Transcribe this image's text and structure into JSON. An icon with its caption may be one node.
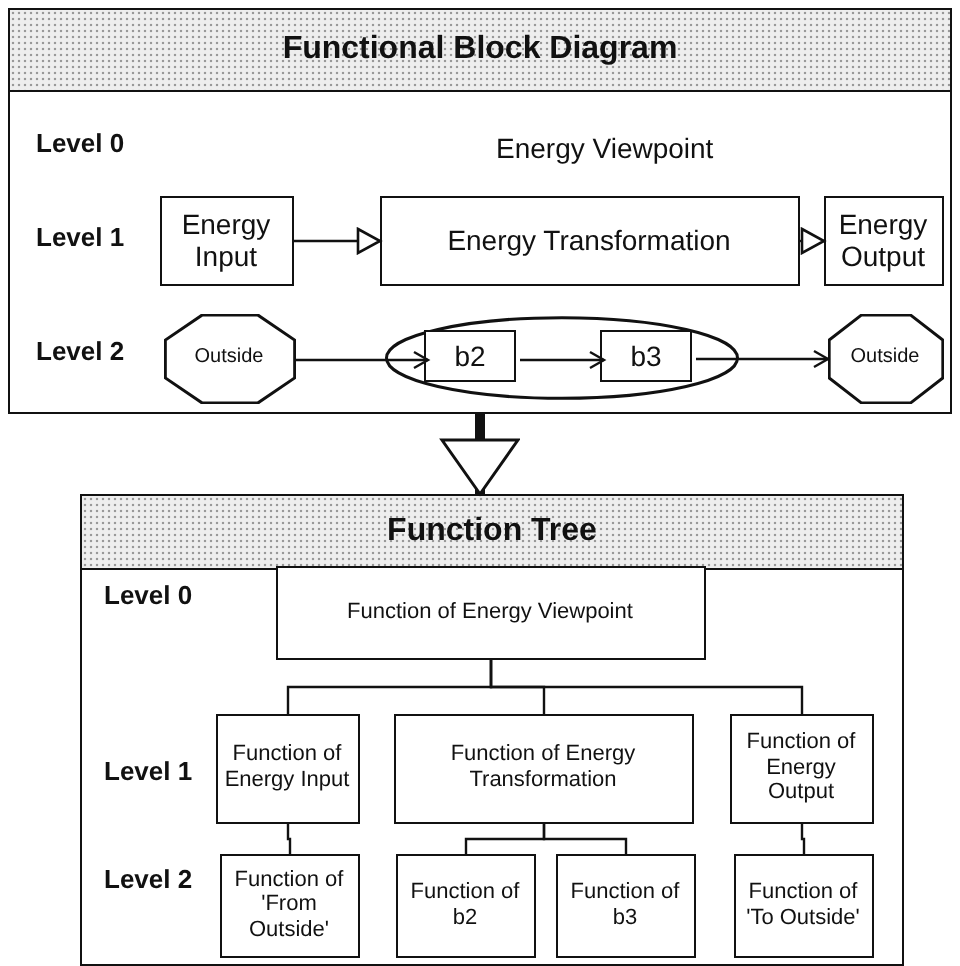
{
  "diagram": {
    "nodes": [
      {
        "text": [
          "Functional Block Diagram"
        ]
      },
      {
        "text": [
          "Energy Input"
        ],
        "in": 0
      },
      {
        "text": [
          "Energy Transformation"
        ],
        "in": 0
      },
      {
        "text": [
          "Energy Output"
        ],
        "in": 0
      },
      {
        "text": [
          "Outside"
        ],
        "in": 0
      },
      {
        "text": [],
        "shape": "ellipse",
        "in": 0
      },
      {
        "text": [
          "b2"
        ],
        "in": 5
      },
      {
        "text": [
          "b3"
        ],
        "in": 5
      },
      {
        "text": [
          "Outside"
        ],
        "in": 0
      },
      {
        "text": [
          "Function Tree"
        ]
      },
      {
        "text": [
          "Function of Energy Viewpoint"
        ],
        "in": 9
      },
      {
        "text": [
          "Function of Energy Input"
        ],
        "in": 9
      },
      {
        "text": [
          "Function of Energy Transformation"
        ],
        "in": 9
      },
      {
        "text": [
          "Function of Energy Output"
        ],
        "in": 9
      },
      {
        "text": [
          "Function of 'From Outside'"
        ],
        "in": 9
      },
      {
        "text": [
          "Function of b2"
        ],
        "in": 9
      },
      {
        "text": [
          "Function of b3"
        ],
        "in": 9
      },
      {
        "text": [
          "Function of 'To Outside'"
        ],
        "in": 9
      }
    ],
    "edges": [
      {
        "from": 1,
        "to": 2,
        "arrow": "to"
      },
      {
        "from": 2,
        "to": 3,
        "arrow": "to"
      },
      {
        "from": 4,
        "to": 6,
        "arrow": "to"
      },
      {
        "from": 6,
        "to": 7,
        "arrow": "to"
      },
      {
        "from": 7,
        "to": 8,
        "arrow": "to"
      },
      {
        "from": 0,
        "to": 9,
        "arrow": "to",
        "style": "thick"
      },
      {
        "from": 10,
        "to": 11,
        "arrow": "none"
      },
      {
        "from": 10,
        "to": 12,
        "arrow": "none"
      },
      {
        "from": 10,
        "to": 13,
        "arrow": "none"
      },
      {
        "from": 11,
        "to": 14,
        "arrow": "none"
      },
      {
        "from": 12,
        "to": 15,
        "arrow": "none"
      },
      {
        "from": 12,
        "to": 16,
        "arrow": "none"
      },
      {
        "from": 13,
        "to": 17,
        "arrow": "none"
      }
    ],
    "labels": [
      "Level 0",
      "Energy Viewpoint",
      "Level 1",
      "Level 2",
      "Level 0",
      "Level 1",
      "Level 2"
    ]
  }
}
